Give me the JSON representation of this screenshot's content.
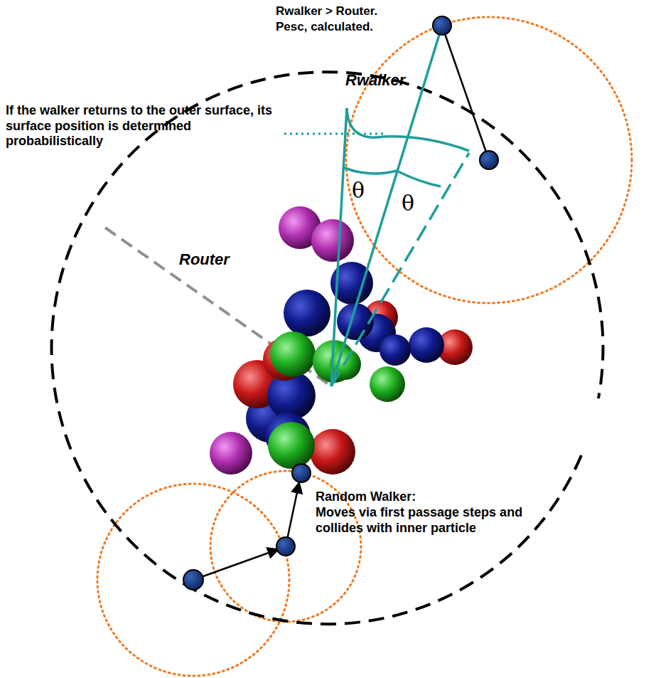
{
  "diagram": {
    "labels": [
      "Rwalker > Router.",
      "Pesc, calculated.",
      "Rwalker",
      "If the walker returns to the outer surface, its surface position is determined probabilistically",
      "θ",
      "θ",
      "Router",
      "Random Walker:",
      "Moves via first passage steps and collides with inner particle"
    ]
  }
}
